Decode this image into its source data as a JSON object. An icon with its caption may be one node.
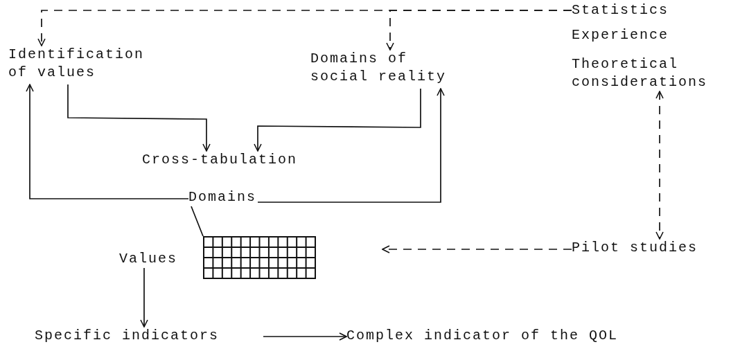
{
  "diagram": {
    "nodes": [
      {
        "text": [
          "Statistics"
        ]
      },
      {
        "text": [
          "Experience"
        ]
      },
      {
        "text": [
          "Theoretical considerations"
        ]
      },
      {
        "text": [
          "Identification of values"
        ]
      },
      {
        "text": [
          "Domains of social reality"
        ]
      },
      {
        "text": [
          "Cross-tabulation"
        ]
      },
      {
        "text": [
          "Domains"
        ]
      },
      {
        "text": [],
        "shape": "grid"
      },
      {
        "text": [
          "Values"
        ]
      },
      {
        "text": [
          "Specific indicators"
        ]
      },
      {
        "text": [
          "Complex indicator of the QOL"
        ]
      },
      {
        "text": [
          "Pilot studies"
        ]
      }
    ],
    "edges": [
      {
        "from": 0,
        "to": 3,
        "arrow": "to",
        "style": "dashed"
      },
      {
        "from": 0,
        "to": 4,
        "arrow": "to",
        "style": "dashed"
      },
      {
        "from": 3,
        "to": 5,
        "arrow": "to"
      },
      {
        "from": 4,
        "to": 5,
        "arrow": "to"
      },
      {
        "from": 6,
        "to": 3,
        "arrow": "to"
      },
      {
        "from": 6,
        "to": 4,
        "arrow": "to"
      },
      {
        "from": 6,
        "to": 7,
        "arrow": "none"
      },
      {
        "from": 8,
        "to": 9,
        "arrow": "to"
      },
      {
        "from": 9,
        "to": 10,
        "arrow": "to"
      },
      {
        "from": 2,
        "to": 11,
        "arrow": "both",
        "style": "dashed"
      },
      {
        "from": 11,
        "to": null,
        "arrow": "to",
        "style": "dashed"
      }
    ]
  }
}
